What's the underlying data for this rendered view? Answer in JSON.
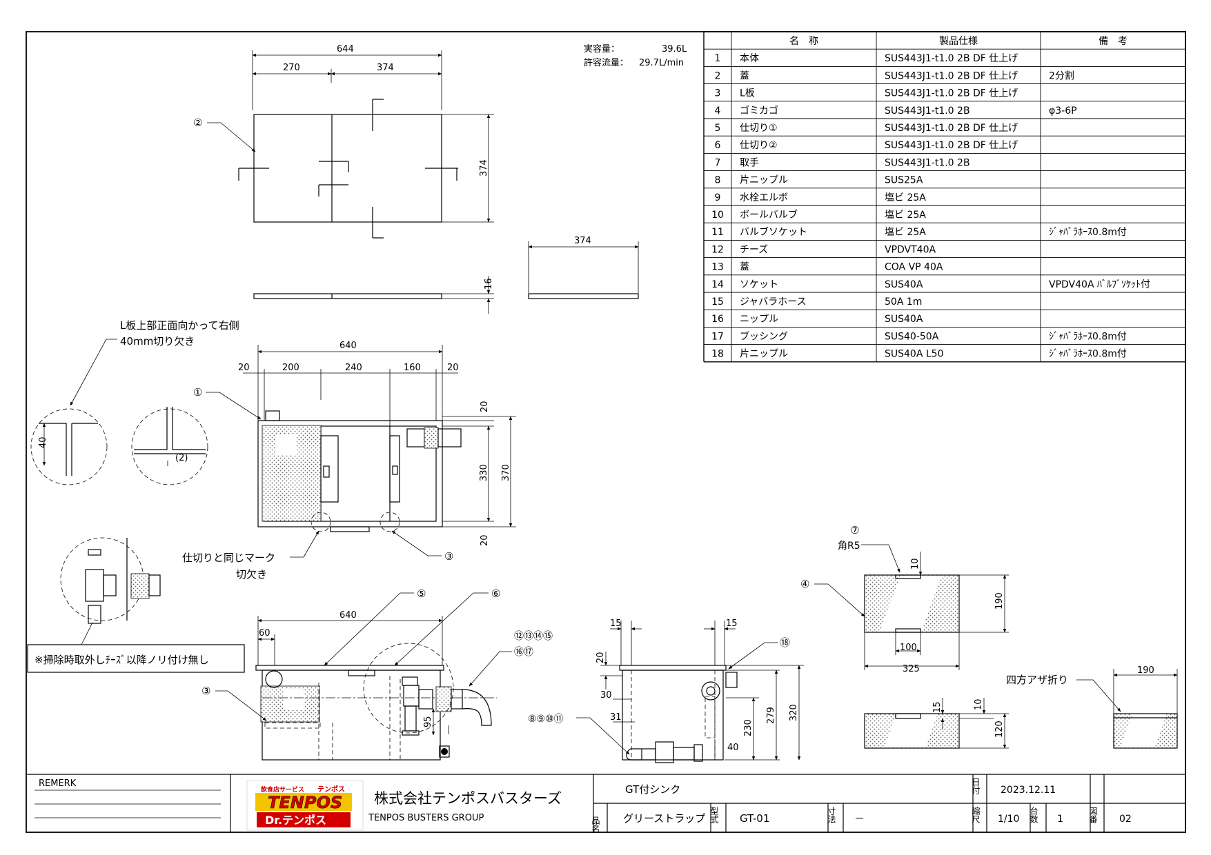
{
  "specs": {
    "capacity_label": "実容量：",
    "capacity_value": "39.6L",
    "flow_label": "許容流量：",
    "flow_value": "29.7L/min"
  },
  "parts_table": {
    "headers": [
      "",
      "名　称",
      "製品仕様",
      "備　考"
    ],
    "rows": [
      [
        "1",
        "本体",
        "SUS443J1-t1.0 2B DF 仕上げ",
        ""
      ],
      [
        "2",
        "蓋",
        "SUS443J1-t1.0 2B DF 仕上げ",
        "2分割"
      ],
      [
        "3",
        "L板",
        "SUS443J1-t1.0 2B DF 仕上げ",
        ""
      ],
      [
        "4",
        "ゴミカゴ",
        "SUS443J1-t1.0 2B",
        "φ3-6P"
      ],
      [
        "5",
        "仕切り①",
        "SUS443J1-t1.0 2B DF 仕上げ",
        ""
      ],
      [
        "6",
        "仕切り②",
        "SUS443J1-t1.0 2B DF 仕上げ",
        ""
      ],
      [
        "7",
        "取手",
        "SUS443J1-t1.0 2B",
        ""
      ],
      [
        "8",
        "片ニップル",
        "SUS25A",
        ""
      ],
      [
        "9",
        "水栓エルボ",
        "塩ビ 25A",
        ""
      ],
      [
        "10",
        "ボールバルブ",
        "塩ビ 25A",
        ""
      ],
      [
        "11",
        "バルブソケット",
        "塩ビ 25A",
        "ｼﾞｬﾊﾞﾗﾎｰｽ0.8m付"
      ],
      [
        "12",
        "チーズ",
        "VPDVT40A",
        ""
      ],
      [
        "13",
        "蓋",
        "COA VP 40A",
        ""
      ],
      [
        "14",
        "ソケット",
        "SUS40A",
        "VPDV40A ﾊﾞﾙﾌﾞｿｹｯﾄ付"
      ],
      [
        "15",
        "ジャバラホース",
        "50A 1m",
        ""
      ],
      [
        "16",
        "ニップル",
        "SUS40A",
        ""
      ],
      [
        "17",
        "ブッシング",
        "SUS40-50A",
        "ｼﾞｬﾊﾞﾗﾎｰｽ0.8m付"
      ],
      [
        "18",
        "片ニップル",
        "SUS40A L50",
        "ｼﾞｬﾊﾞﾗﾎｰｽ0.8m付"
      ]
    ]
  },
  "lid_view": {
    "dim_total": "644",
    "dim_left": "270",
    "dim_right": "374",
    "dim_height": "374",
    "dim_thick": "16",
    "callout": "②"
  },
  "lid_side": {
    "dim_width": "374"
  },
  "plan_view": {
    "dim_total": "640",
    "dim_a": "20",
    "dim_b": "200",
    "dim_c": "240",
    "dim_d": "160",
    "dim_e": "20",
    "dim_top": "20",
    "dim_inner": "330",
    "dim_outer": "370",
    "dim_bottom": "20",
    "callout_body": "①",
    "callout_lplate": "③",
    "notch_note_1": "仕切りと同じマーク",
    "notch_note_2": "切欠き"
  },
  "detail_notes": {
    "lplate_note_1": "L板上部正面向かって右側",
    "lplate_note_2": "40mm切り欠き",
    "dim_40": "40",
    "detail_2": "(2)",
    "cleaning_note": "※掃除時取外しﾁｰｽﾞ以降ノリ付け無し"
  },
  "front_view": {
    "dim_total": "640",
    "dim_60": "60",
    "dim_95": "95",
    "callout_3": "③",
    "callout_5": "⑤",
    "callout_6": "⑥",
    "callout_pipe_1": "⑫⑬⑭⑮",
    "callout_pipe_2": "⑯⑰"
  },
  "side_view": {
    "dim_15a": "15",
    "dim_15b": "15",
    "dim_20": "20",
    "dim_30": "30",
    "dim_31": "31",
    "dim_230": "230",
    "dim_279": "279",
    "dim_320": "320",
    "dim_40": "40",
    "callout_18": "⑱",
    "callout_valve": "⑧⑨⑩⑪"
  },
  "basket": {
    "callout_7": "⑦",
    "corner": "角R5",
    "dim_10": "10",
    "dim_190": "190",
    "dim_100": "100",
    "dim_325": "325",
    "callout_4": "④",
    "dim_15": "15",
    "dim_10b": "10",
    "dim_120": "120"
  },
  "fold": {
    "note": "四方アザ折り",
    "dim_190": "190"
  },
  "title_block": {
    "remark": "REMERK",
    "logo_top": "TENPOS",
    "logo_arc_left": "飲食店サービス",
    "logo_arc_right": "テンポス",
    "logo_bottom": "Dr.テンポス",
    "company_jp": "株式会社テンポスバスターズ",
    "company_en": "TENPOS BUSTERS GROUP",
    "product_title": "GT付シンク",
    "label_hinmei": "品名",
    "product_name": "グリーストラップ",
    "label_katashiki": "型式",
    "model": "GT-01",
    "label_sunpo": "寸法",
    "dims": "－",
    "label_date": "日付",
    "date": "2023.12.11",
    "label_scale": "縮尺",
    "scale": "1/10",
    "label_qty": "台数",
    "qty": "1",
    "label_drawing": "図番",
    "drawing_no": "02"
  }
}
